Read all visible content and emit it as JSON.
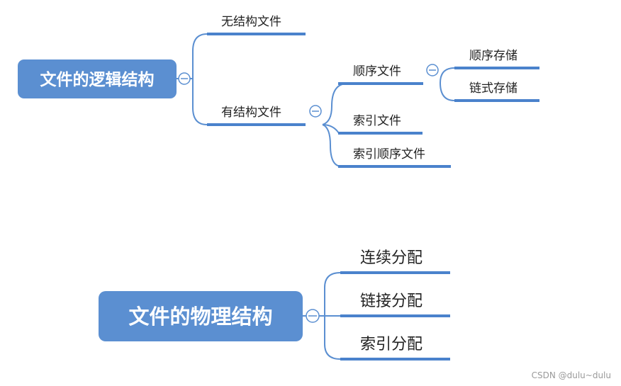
{
  "logical": {
    "root": "文件的逻辑结构",
    "unstructured": "无结构文件",
    "structured": "有结构文件",
    "sequential": "顺序文件",
    "seq_storage": "顺序存储",
    "chain_storage": "链式存储",
    "indexed": "索引文件",
    "indexed_seq": "索引顺序文件"
  },
  "physical": {
    "root": "文件的物理结构",
    "contiguous": "连续分配",
    "linked": "链接分配",
    "indexed_alloc": "索引分配"
  },
  "watermark": "CSDN @dulu~dulu",
  "colors": {
    "node": "#5b8fd1",
    "line": "#4a82cc",
    "text": "#222222"
  }
}
